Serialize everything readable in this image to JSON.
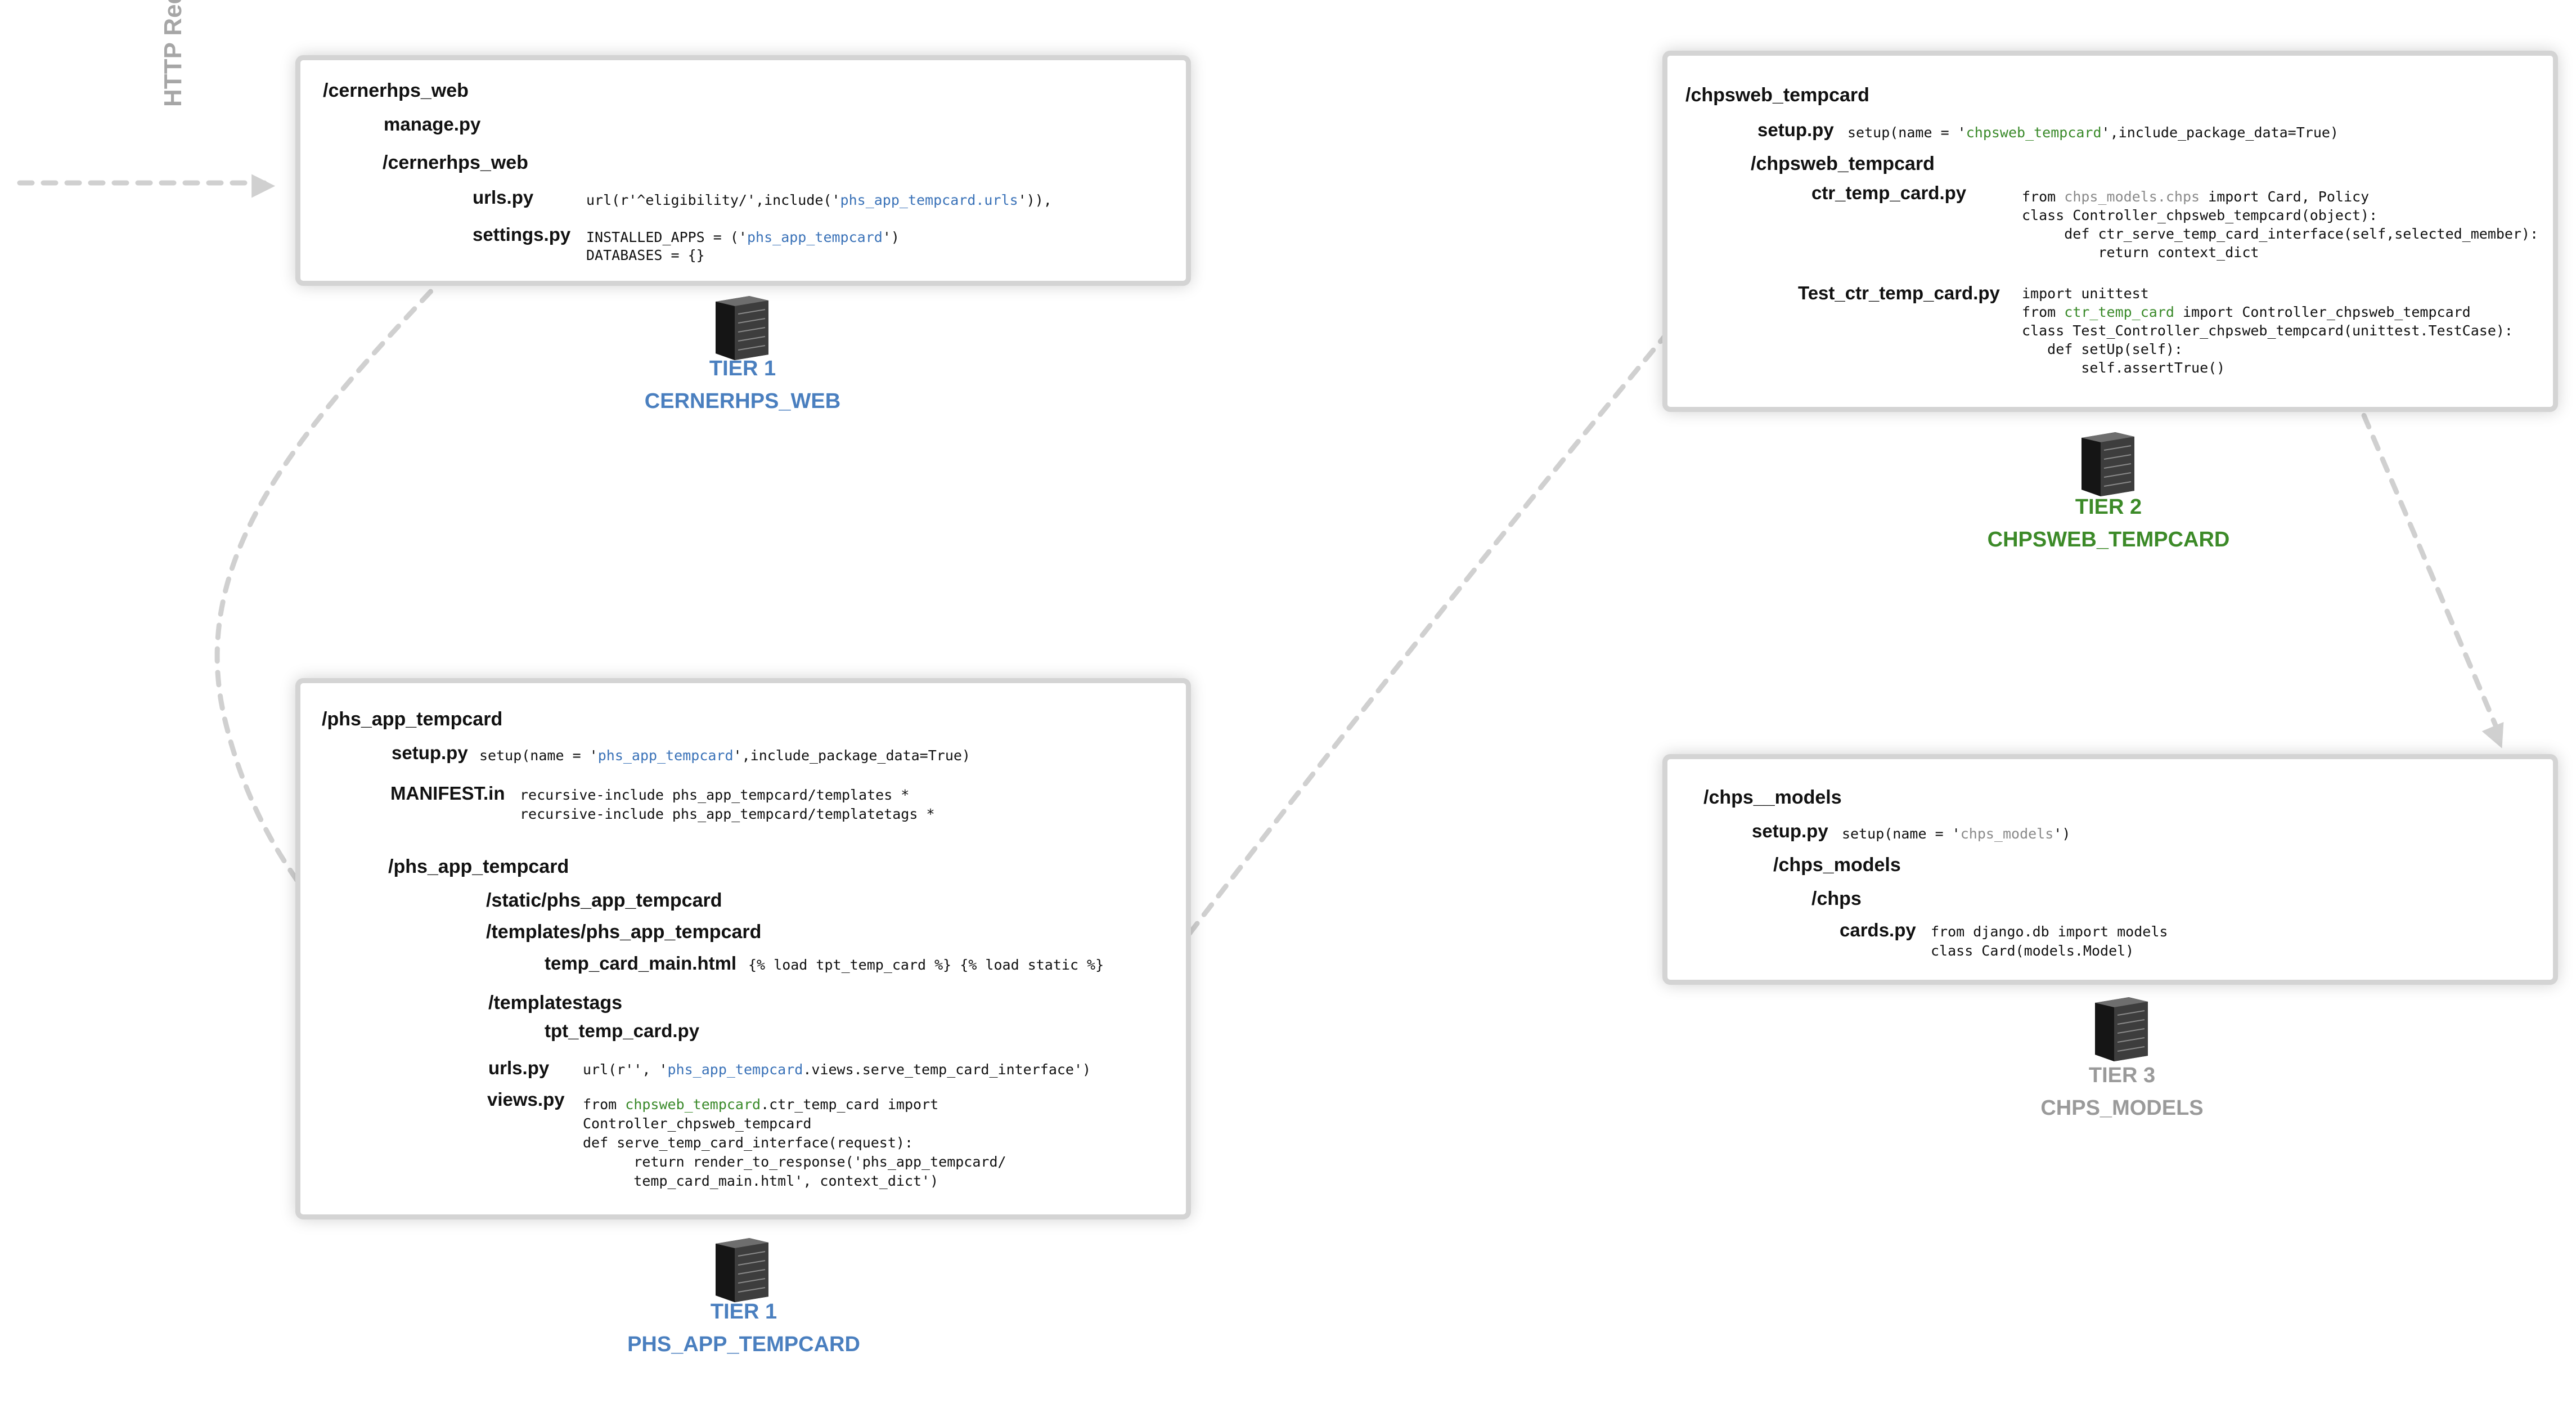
{
  "http_label": "HTTP Request",
  "panels": {
    "cernerhps_web": {
      "root": "/cernerhps_web",
      "manage": "manage.py",
      "pkg": "/cernerhps_web",
      "urls_file": "urls.py",
      "urls_code_a": "url(r'^eligibility/',include('",
      "urls_code_b": "phs_app_tempcard.urls",
      "urls_code_c": "')),",
      "settings_file": "settings.py",
      "settings_code_a": "INSTALLED_APPS = ('",
      "settings_code_b": "phs_app_tempcard",
      "settings_code_c": "')",
      "settings_code_2": "DATABASES = {}"
    },
    "phs_app": {
      "root": "/phs_app_tempcard",
      "setup_file": "setup.py",
      "setup_code_a": "setup(name = '",
      "setup_code_b": "phs_app_tempcard",
      "setup_code_c": "',include_package_data=True)",
      "manifest_file": "MANIFEST.in",
      "manifest_code_1": "recursive-include phs_app_tempcard/templates *",
      "manifest_code_2": "recursive-include phs_app_tempcard/templatetags *",
      "pkg": "/phs_app_tempcard",
      "static": "/static/phs_app_tempcard",
      "templates": "/templates/phs_app_tempcard",
      "template_file": "temp_card_main.html",
      "template_code": "{% load tpt_temp_card %} {% load static %}",
      "templatetags": "/templatestags",
      "tpt_file": "tpt_temp_card.py",
      "urls_file": "urls.py",
      "urls_code_a": "url(r'', '",
      "urls_code_b": "phs_app_tempcard",
      "urls_code_c": ".views.serve_temp_card_interface')",
      "views_file": "views.py",
      "views_code_1a": "from ",
      "views_code_1b": "chpsweb_tempcard",
      "views_code_1c": ".ctr_temp_card import",
      "views_code_2": "Controller_chpsweb_tempcard",
      "views_code_3": "def serve_temp_card_interface(request):",
      "views_code_4": "      return render_to_response('phs_app_tempcard/",
      "views_code_5": "      temp_card_main.html', context_dict')"
    },
    "chpsweb": {
      "root": "/chpsweb_tempcard",
      "setup_file": "setup.py",
      "setup_code_a": "setup(name = '",
      "setup_code_b": "chpsweb_tempcard",
      "setup_code_c": "',include_package_data=True)",
      "pkg": "/chpsweb_tempcard",
      "ctr_file": "ctr_temp_card.py",
      "ctr_code_1a": "from ",
      "ctr_code_1b": "chps_models.chps",
      "ctr_code_1c": " import Card, Policy",
      "ctr_code_2": "class Controller_chpsweb_tempcard(object):",
      "ctr_code_3": "     def ctr_serve_temp_card_interface(self,selected_member):",
      "ctr_code_4": "         return context_dict",
      "test_file": "Test_ctr_temp_card.py",
      "test_code_1": "import unittest",
      "test_code_2a": "from ",
      "test_code_2b": "ctr_temp_card",
      "test_code_2c": " import Controller_chpsweb_tempcard",
      "test_code_3": "class Test_Controller_chpsweb_tempcard(unittest.TestCase):",
      "test_code_4": "   def setUp(self):",
      "test_code_5": "       self.assertTrue()"
    },
    "chps_models": {
      "root": "/chps__models",
      "setup_file": "setup.py",
      "setup_code_a": "setup(name = '",
      "setup_code_b": "chps_models",
      "setup_code_c": "')",
      "pkg": "/chps_models",
      "chps": "/chps",
      "cards_file": "cards.py",
      "cards_code_1": "from django.db import models",
      "cards_code_2": "class Card(models.Model)"
    }
  },
  "servers": {
    "tier1_web": {
      "tier": "TIER 1",
      "name": "CERNERHPS_WEB"
    },
    "tier1_app": {
      "tier": "TIER 1",
      "name": "PHS_APP_TEMPCARD"
    },
    "tier2": {
      "tier": "TIER 2",
      "name": "CHPSWEB_TEMPCARD"
    },
    "tier3": {
      "tier": "TIER 3",
      "name": "CHPS_MODELS"
    }
  },
  "colors": {
    "tier1": "#4a7fbf",
    "tier2": "#3c8a28",
    "tier3": "#9a9a9a",
    "arrow": "#d0d0d0",
    "panel_border": "#d4d4d4"
  }
}
